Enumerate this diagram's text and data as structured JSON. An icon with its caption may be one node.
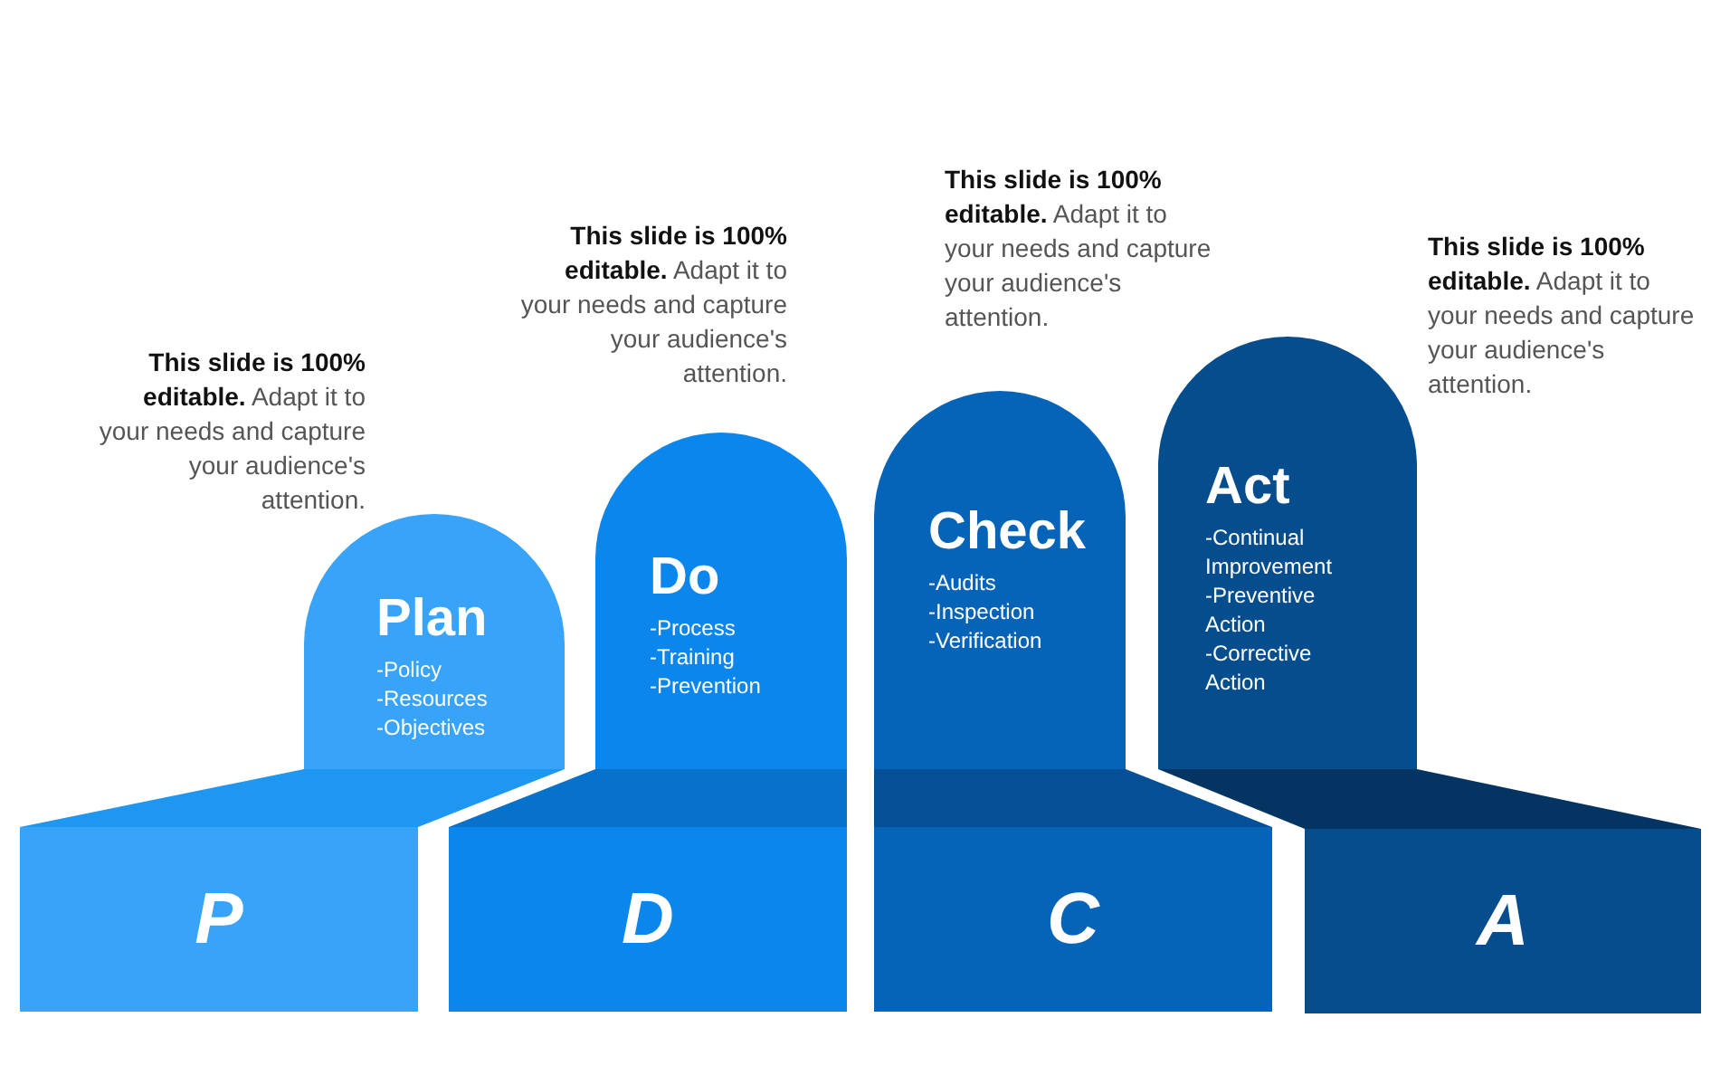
{
  "diagram": {
    "nodes": [
      {
        "text": [
          "Plan",
          "-Policy",
          "-Resources",
          "-Objectives"
        ]
      },
      {
        "text": [
          "Do",
          "-Process",
          "-Training",
          "-Prevention"
        ]
      },
      {
        "text": [
          "Check",
          "-Audits",
          "-Inspection",
          "-Verification"
        ]
      },
      {
        "text": [
          "Act",
          "-Continual Improvement",
          "-Preventive Action",
          "-Corrective Action"
        ]
      },
      {
        "text": [
          "P"
        ]
      },
      {
        "text": [
          "D"
        ]
      },
      {
        "text": [
          "C"
        ]
      },
      {
        "text": [
          "A"
        ]
      }
    ],
    "labels": [
      "**This slide is 100% editable.** Adapt it to your needs and capture your audience's attention.",
      "**This slide is 100% editable.** Adapt it to your needs and capture your audience's attention.",
      "**This slide is 100% editable.** Adapt it to your needs and capture your audience's attention.",
      "**This slide is 100% editable.** Adapt it to your needs and capture your audience's attention."
    ]
  }
}
